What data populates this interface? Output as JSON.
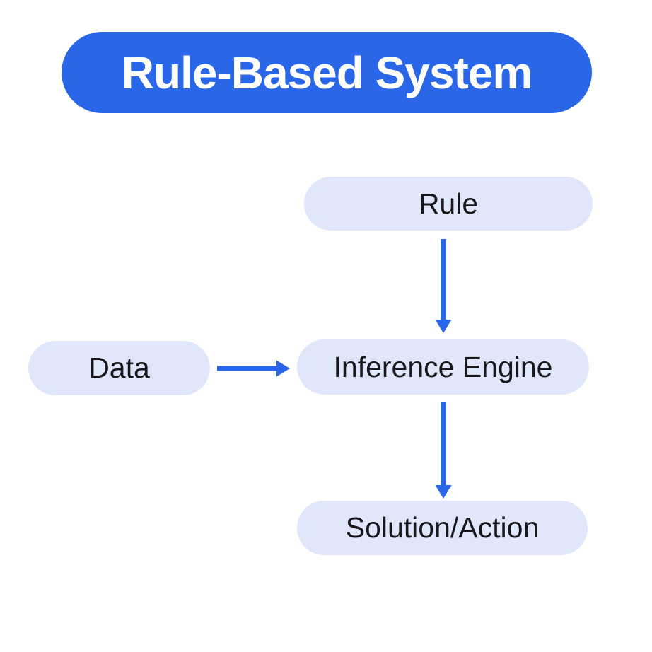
{
  "title": {
    "label": "Rule-Based System"
  },
  "nodes": [
    {
      "id": "rule",
      "label": "Rule"
    },
    {
      "id": "data",
      "label": "Data"
    },
    {
      "id": "inference-engine",
      "label": "Inference Engine"
    },
    {
      "id": "solution-action",
      "label": "Solution/Action"
    }
  ],
  "edges": [
    {
      "from": "rule",
      "to": "inference-engine",
      "direction": "down"
    },
    {
      "from": "data",
      "to": "inference-engine",
      "direction": "right"
    },
    {
      "from": "inference-engine",
      "to": "solution-action",
      "direction": "down"
    }
  ],
  "colors": {
    "accent_blue": "#2A66E8",
    "node_fill": "#E1E7FB",
    "node_text": "#17171C",
    "title_text": "#FFFFFF",
    "background": "#FFFFFF"
  }
}
